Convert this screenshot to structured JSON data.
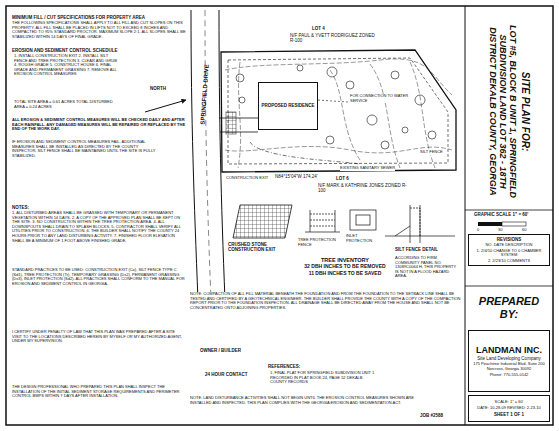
{
  "diagram": {
    "nodes": [
      {
        "text": [
          "PROPOSED RESIDENCE"
        ]
      },
      {
        "text": [
          "SITE PLAN FOR:",
          "LOT #5, BLOCK B UNIT 1, SPRINGFIELD SUBDIVISION LAND LOT 362 - 18TH DISTRICT DEKALB COUNTY, GEORGIA"
        ]
      },
      {
        "text": [
          "REVISIONS",
          "NO. DATE DESCRIPTION",
          "1. 2/4/10 CHANGE TO 0 CHAMBER SYSTEM",
          "2. 2/23/10 COMMENTS"
        ]
      },
      {
        "text": [
          "PREPARED BY:"
        ]
      },
      {
        "text": [
          "LANDMAN INC.",
          "Site Land Developing Company",
          "175 Peachtree Industrial Blvd. Suite 200 Norcross, Georgia 30092",
          "Phone: 770-555-0142"
        ]
      },
      {
        "text": [
          "SCALE: 1\" = 60'",
          "DATE: 10-28-09 REVISED: 2-23-10",
          "SHEET 1 OF 1"
        ]
      }
    ],
    "labels": [
      "MINIMUM FILL / CUT SPECIFICATIONS FOR PROPERTY AREA",
      "THE FOLLOWING SPECIFICATIONS SHALL APPLY TO ALL FILL AND CUT SLOPES ON THIS PROPERTY. ALL FILL SHALL BE PLACED IN LIFTS NOT TO EXCEED 8 INCHES AND COMPACTED TO 95% STANDARD PROCTOR. MAXIMUM SLOPE 2:1. ALL SLOPES SHALL BE STABILIZED WITHIN 14 DAYS OF FINAL GRADE.",
      "EROSION AND SEDIMENT CONTROL SCHEDULE",
      "1. INSTALL CONSTRUCTION EXIT 2. INSTALL SILT FENCE AND TREE PROTECTION 3. CLEAR AND GRUB 4. ROUGH GRADE 5. CONSTRUCT HOUSE 6. FINAL GRADE AND PERMANENT GRASSING 7. REMOVE ALL EROSION CONTROL MEASURES",
      "TOTAL SITE AREA = 0.61 ACRES TOTAL DISTURBED AREA = 0.24 ACRES",
      "NORTH",
      "ALL EROSION & SEDIMENT CONTROL MEASURES WILL BE CHECKED DAILY AND AFTER EACH RAINFALL. ANY DAMAGED MEASURES WILL BE REPAIRED OR REPLACED BY THE END OF THE WORK DAY.",
      "IF EROSION AND SEDIMENT CONTROL MEASURES FAIL, ADDITIONAL MEASURES SHALL BE INSTALLED AS DIRECTED BY THE COUNTY INSPECTOR. SILT FENCE SHALL BE MAINTAINED UNTIL THE SITE IS FULLY STABILIZED.",
      "NOTES:",
      "1. ALL DISTURBED AREAS SHALL BE GRASSED WITH TEMPORARY OR PERMANENT VEGETATION WITHIN 14 DAYS. 2. A COPY OF THE APPROVED PLAN SHALL BE KEPT ON THE SITE. 3. NO CONSTRUCTION WITHIN THE TREE PROTECTION AREA. 4. ALL DOWNSPOUTS SHALL DRAIN TO SPLASH BLOCKS. 5. CONTRACTOR SHALL VERIFY ALL UTILITIES PRIOR TO CONSTRUCTION. 6. THE BUILDER SHALL NOTIFY THE COUNTY 24 HOURS PRIOR TO ANY LAND DISTURBING ACTIVITY. 7. FINISHED FLOOR ELEVATION SHALL BE A MINIMUM OF 1 FOOT ABOVE FINISHED GRADE.",
      "STANDARD PRACTICES TO BE USED: CONSTRUCTION EXIT (Co), SILT FENCE TYPE C (Sd1), TREE PROTECTION (Tr), TEMPORARY GRASSING (Ds2), PERMANENT GRASSING (Ds3), INLET PROTECTION (Sd2). ALL PRACTICES SHALL CONFORM TO THE MANUAL FOR EROSION AND SEDIMENT CONTROL IN GEORGIA.",
      "I CERTIFY UNDER PENALTY OF LAW THAT THIS PLAN WAS PREPARED AFTER A SITE VISIT TO THE LOCATIONS DESCRIBED HEREIN BY MYSELF OR MY AUTHORIZED AGENT, UNDER MY SUPERVISION.",
      "OWNER / BUILDER",
      "24 HOUR CONTACT",
      "REFERENCES:",
      "1. FINAL PLAT FOR SPRINGFIELD SUBDIVISION UNIT 1 RECORDED IN PLAT BOOK 24, PAGE 52 DEKALB COUNTY RECORDS",
      "THE DESIGN PROFESSIONAL WHO PREPARED THIS PLAN SHALL INSPECT THE INSTALLATION OF THE INITIAL SEDIMENT STORAGE REQUIREMENTS AND PERIMETER CONTROL BMPS WITHIN 7 DAYS AFTER INSTALLATION.",
      "SPRINGFIELD DRIVE",
      "LOT 4",
      "N/F PAUL & YVETT RODRIGUEZ ZONED R-100",
      "LOT 6",
      "N/F MARK & KATHRINE JONES ZONED R-100",
      "N84°15'04\"W 174.24'",
      "CONSTRUCTION EXIT",
      "FOR CONNECTION TO WATER SERVICE",
      "CRUSHED STONE CONSTRUCTION EXIT",
      "TREE PROTECTION FENCE",
      "INLET PROTECTION",
      "SILT FENCE DETAIL",
      "TREE INVENTORY",
      "32 DBH INCHES TO BE REMOVED",
      "11 DBH INCHES TO BE SAVED",
      "ACCORDING TO FIRM COMMUNITY PANEL NO. 13089C0064 H, THIS PROPERTY IS NOT IN A FLOOD HAZARD AREA.",
      "NOTE: COMPACTION OF ALL FILL MATERIAL BENEATH THE FOUNDATION AND FROM THE FOUNDATION TO THE SETBACK LINE SHALL BE TESTED AND CERTIFIED BY A GEOTECHNICAL ENGINEER. THE BUILDER SHALL PROVIDE THE COUNTY WITH A COPY OF THE COMPACTION REPORT PRIOR TO THE FOUNDATION INSPECTION. ALL DRAINAGE SHALL BE DIRECTED AWAY FROM THE HOUSE AND SHALL NOT BE CONCENTRATED ONTO ADJOINING PROPERTIES.",
      "NOTE: LAND DISTURBANCE ACTIVITIES SHALL NOT BEGIN UNTIL THE EROSION CONTROL MEASURES SHOWN ARE INSTALLED AND INSPECTED. THIS PLAN COMPLIES WITH THE GEORGIA EROSION AND SEDIMENTATION ACT.",
      "GRAPHIC SCALE 1\" = 60'",
      "0",
      "30",
      "60",
      "JOB #2588",
      "SILT FENCE",
      "EXISTING SANITARY SEWER"
    ]
  }
}
